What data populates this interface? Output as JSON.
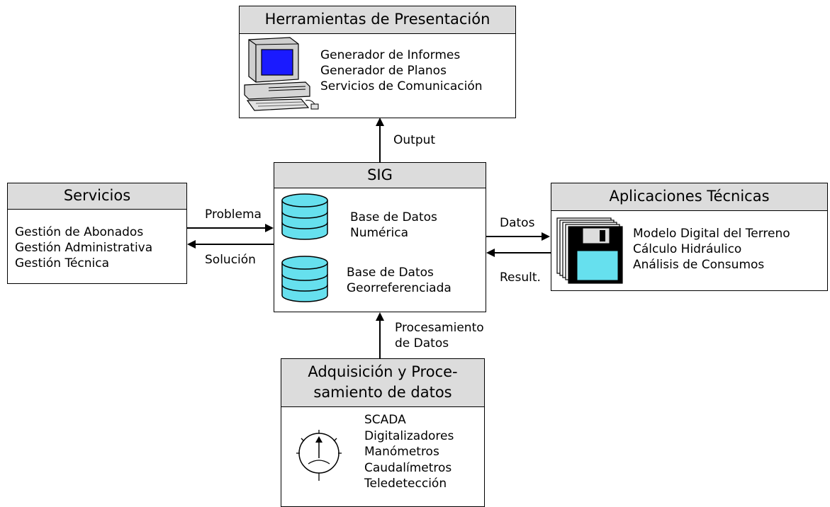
{
  "herramientas": {
    "title": "Herramientas de Presentación",
    "items": [
      "Generador de Informes",
      "Generador de Planos",
      "Servicios de Comunicación"
    ]
  },
  "sig": {
    "title": "SIG",
    "db1": [
      "Base de Datos",
      "Numérica"
    ],
    "db2": [
      "Base de Datos",
      "Georreferenciada"
    ]
  },
  "servicios": {
    "title": "Servicios",
    "items": [
      "Gestión de Abonados",
      "Gestión Administrativa",
      "Gestión Técnica"
    ]
  },
  "aplicaciones": {
    "title": "Aplicaciones Técnicas",
    "items": [
      "Modelo Digital del Terreno",
      "Cálculo Hidráulico",
      "Análisis de Consumos"
    ]
  },
  "adquisicion": {
    "title_lines": [
      "Adquisición y Proce-",
      "samiento de datos"
    ],
    "items": [
      "SCADA",
      "Digitalizadores",
      "Manómetros",
      "Caudalímetros",
      "Teledetección"
    ]
  },
  "arrows": {
    "output": "Output",
    "problema": "Problema",
    "solucion": "Solución",
    "datos": "Datos",
    "result": "Result.",
    "procesamiento": [
      "Procesamiento",
      "de Datos"
    ]
  },
  "colors": {
    "header_fill": "#dcdcdc",
    "db_fill": "#66e0ee",
    "floppy_fill": "#66e0ee",
    "screen_fill": "#1a1aff"
  },
  "icons": [
    "computer-icon",
    "database-icon",
    "floppy-disks-icon",
    "pressure-gauge-icon"
  ]
}
